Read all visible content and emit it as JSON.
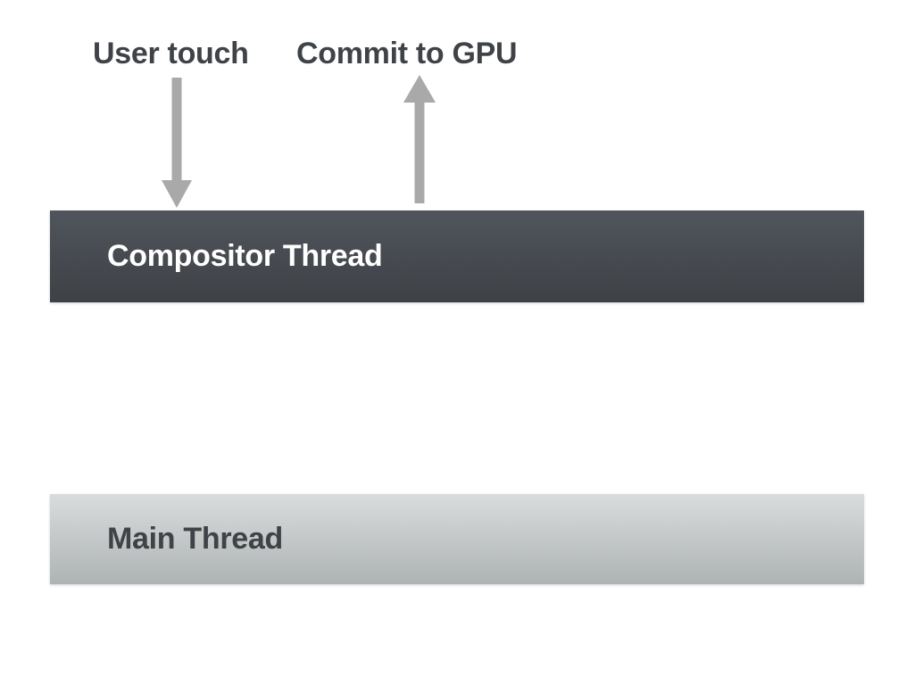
{
  "labels": {
    "user_touch": "User touch",
    "commit_to_gpu": "Commit to GPU"
  },
  "bars": {
    "compositor": {
      "label": "Compositor Thread"
    },
    "main": {
      "label": "Main Thread"
    }
  },
  "arrows": [
    {
      "name": "user-touch-arrow",
      "direction": "down",
      "from": "User touch",
      "to": "Compositor Thread"
    },
    {
      "name": "commit-to-gpu-arrow",
      "direction": "up",
      "from": "Compositor Thread",
      "to": "Commit to GPU"
    }
  ],
  "colors": {
    "background": "#ffffff",
    "heading-text": "#3f4347",
    "arrow": "#a9a9a9",
    "compositor-top": "#50545c",
    "compositor-bottom": "#3e4246",
    "compositor-text": "#ffffff",
    "main-top": "#d9dcdc",
    "main-bottom": "#aeb3b3",
    "main-text": "#3f4347"
  }
}
